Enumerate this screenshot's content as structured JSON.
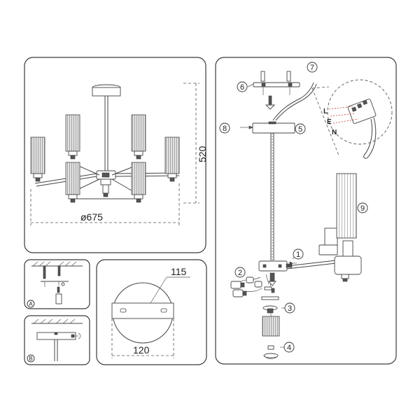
{
  "dimensions": {
    "height": "520",
    "diameter": "ø675",
    "plate_width": "120",
    "mount_bar": "115"
  },
  "views": {
    "a": "A",
    "b": "B"
  },
  "wiring": {
    "l": "L",
    "e": "E",
    "n": "N"
  },
  "parts": [
    "1",
    "2",
    "3",
    "4",
    "5",
    "6",
    "7",
    "8",
    "9"
  ]
}
